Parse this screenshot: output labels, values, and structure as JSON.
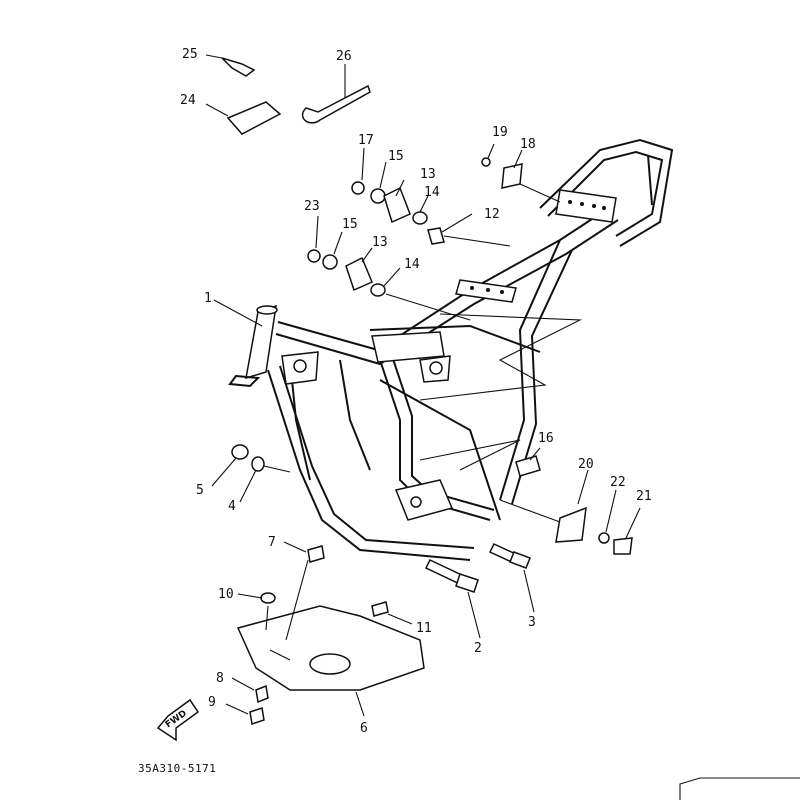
{
  "diagram": {
    "drawing_code": "35A310-5171",
    "direction_label": "FWD",
    "callouts": [
      {
        "id": "c1",
        "label": "1"
      },
      {
        "id": "c2",
        "label": "2"
      },
      {
        "id": "c3",
        "label": "3"
      },
      {
        "id": "c4",
        "label": "4"
      },
      {
        "id": "c5",
        "label": "5"
      },
      {
        "id": "c6",
        "label": "6"
      },
      {
        "id": "c7",
        "label": "7"
      },
      {
        "id": "c8",
        "label": "8"
      },
      {
        "id": "c9",
        "label": "9"
      },
      {
        "id": "c10",
        "label": "10"
      },
      {
        "id": "c11",
        "label": "11"
      },
      {
        "id": "c12",
        "label": "12"
      },
      {
        "id": "c13a",
        "label": "13"
      },
      {
        "id": "c13b",
        "label": "13"
      },
      {
        "id": "c14a",
        "label": "14"
      },
      {
        "id": "c14b",
        "label": "14"
      },
      {
        "id": "c15a",
        "label": "15"
      },
      {
        "id": "c15b",
        "label": "15"
      },
      {
        "id": "c16",
        "label": "16"
      },
      {
        "id": "c17",
        "label": "17"
      },
      {
        "id": "c18",
        "label": "18"
      },
      {
        "id": "c19",
        "label": "19"
      },
      {
        "id": "c20",
        "label": "20"
      },
      {
        "id": "c21",
        "label": "21"
      },
      {
        "id": "c22",
        "label": "22"
      },
      {
        "id": "c23",
        "label": "23"
      },
      {
        "id": "c24",
        "label": "24"
      },
      {
        "id": "c25",
        "label": "25"
      },
      {
        "id": "c26",
        "label": "26"
      }
    ]
  }
}
